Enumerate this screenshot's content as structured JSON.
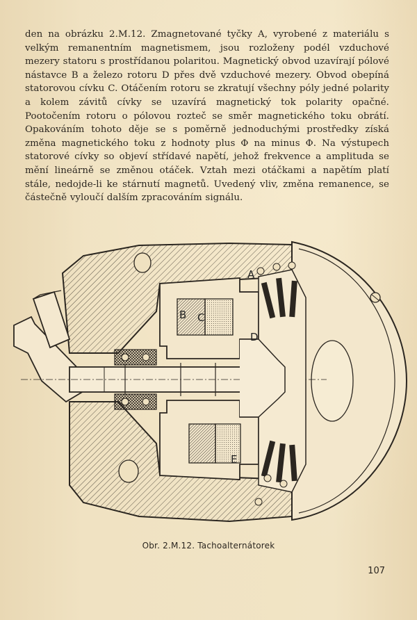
{
  "paragraph": "den na obrázku 2.M.12. Zmagnetované tyčky A, vyrobené z materiálu s velkým remanentním magnetismem, jsou rozloženy podél vzduchové mezery statoru s prostřídanou polaritou. Magnetický obvod uzavírají pólové nástavce B a železo rotoru D přes dvě vzduchové mezery. Obvod obepíná statorovou cívku C. Otáčením rotoru se zkratují všechny póly jedné polarity a kolem závitů cívky se uzavírá magnetický tok polarity opačné. Pootočením rotoru o pólovou rozteč se směr magnetického toku obrátí. Opakováním tohoto děje se s poměrně jednoduchými prostředky získá změna magnetického toku z hodnoty plus Φ na minus Φ. Na výstupech statorové cívky so objeví střídavé napětí, jehož frekvence a amplituda se mění lineárně se změnou otáček. Vztah mezi otáčkami a napětím platí stále, nedojde-li ke stárnutí magnetů. Uvedený vliv, změna remanence, se částečně vyloučí dalším zpracováním signálu.",
  "figure": {
    "labels": {
      "a": "A",
      "b": "B",
      "c": "C",
      "d": "D",
      "e": "E"
    },
    "caption": "Obr. 2.M.12. Tachoalternátorek"
  },
  "page_number": "107"
}
